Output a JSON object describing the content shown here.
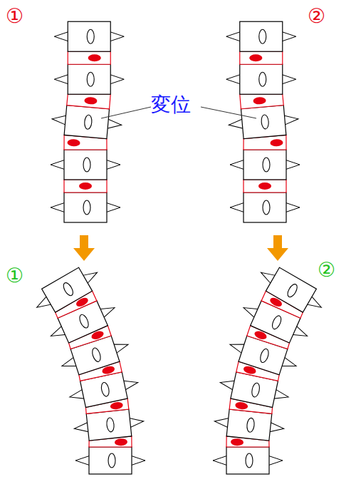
{
  "diagram": {
    "labels": [
      "①",
      "②",
      "変位",
      "①",
      "②"
    ]
  }
}
